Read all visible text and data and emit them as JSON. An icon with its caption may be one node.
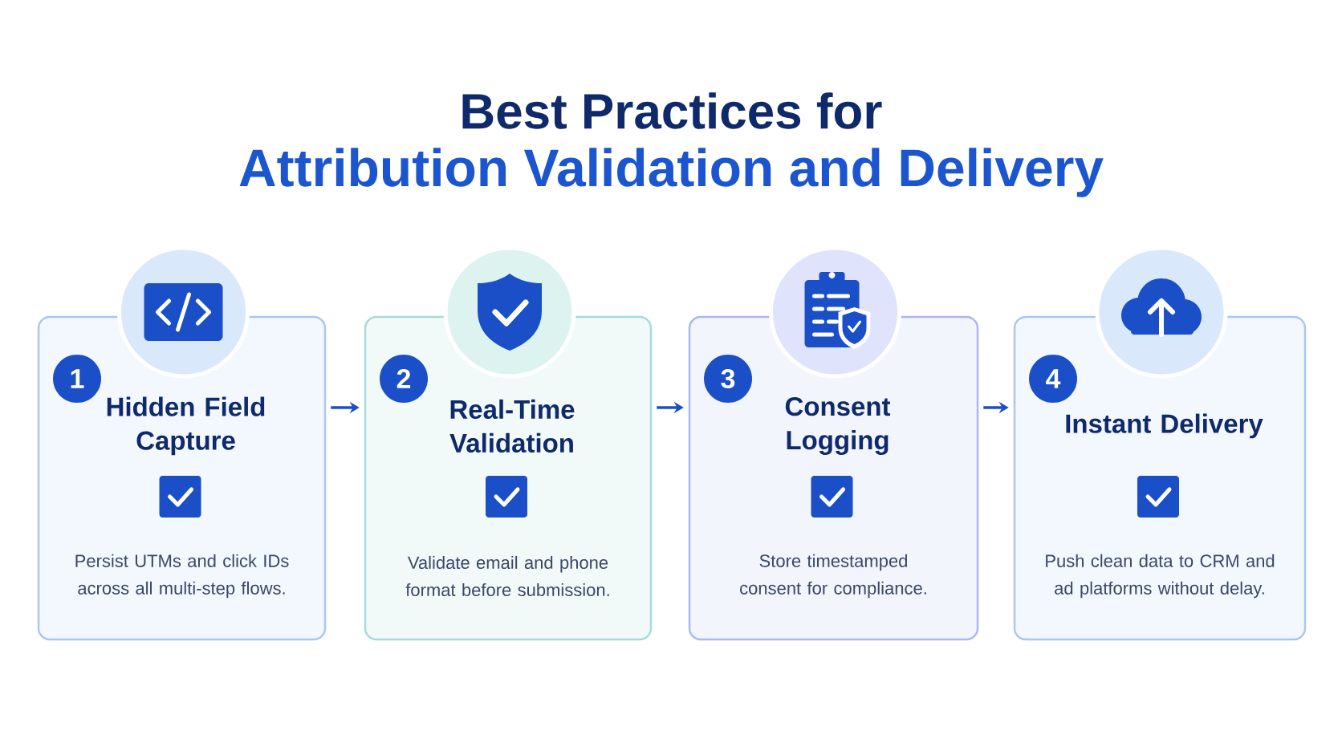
{
  "diagram": {
    "title": "Best Practices for",
    "nodes": [
      {
        "text": [
          "Hidden Field Capture",
          "Persist UTMs and click IDs across all multi-step flows."
        ]
      },
      {
        "text": [
          "1"
        ],
        "in": 0
      },
      {
        "text": [
          "Real-Time Validation",
          "Validate email and phone format before submission."
        ]
      },
      {
        "text": [
          "2"
        ],
        "in": 2
      },
      {
        "text": [
          "Consent Logging",
          "Store timestamped consent for compliance."
        ]
      },
      {
        "text": [
          "3"
        ],
        "in": 4
      },
      {
        "text": [
          "Instant Delivery",
          "Push clean data to CRM and ad platforms without delay."
        ]
      },
      {
        "text": [
          "4"
        ],
        "in": 6
      }
    ],
    "edges": [
      {
        "from": 0,
        "to": 2,
        "arrow": "to"
      },
      {
        "from": 2,
        "to": 4,
        "arrow": "to"
      },
      {
        "from": 4,
        "to": 6,
        "arrow": "to"
      }
    ],
    "labels": [
      "Attribution Validation and Delivery"
    ]
  }
}
